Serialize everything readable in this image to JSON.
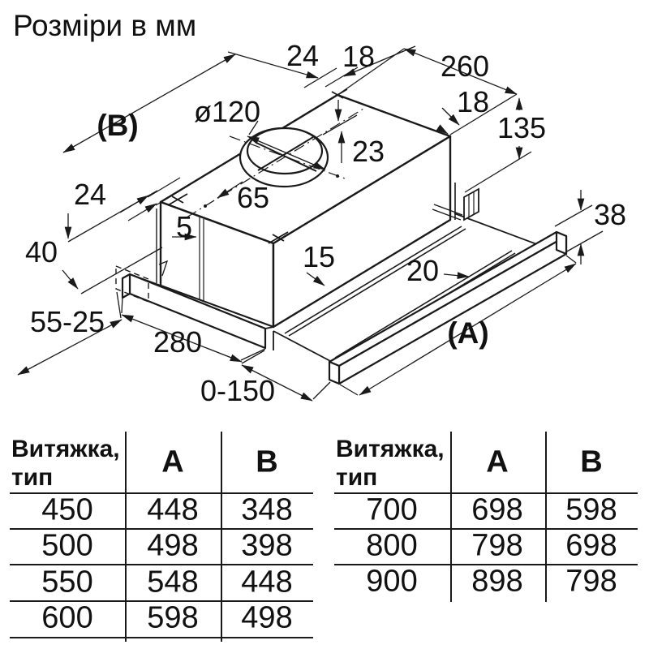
{
  "title": "Розміри в мм",
  "colors": {
    "ink": "#1a1a1a",
    "background": "#ffffff"
  },
  "drawing": {
    "labels": {
      "b_overall": "(B)",
      "a_overall": "(A)",
      "top_24": "24",
      "top_18": "18",
      "depth_260": "260",
      "duct_diameter": "ø120",
      "right_18": "18",
      "height_135": "135",
      "duct_offset_23": "23",
      "duct_offset_65": "65",
      "left_24": "24",
      "gap_5": "5",
      "visor_height_38": "38",
      "recess_height_40": "40",
      "lip_15": "15",
      "visor_20": "20",
      "recess_depth_55_25": "55-25",
      "body_depth_280": "280",
      "pullout_0_150": "0-150"
    }
  },
  "tables": [
    {
      "header": {
        "name_line1": "Витяжка,",
        "name_line2": "тип",
        "col_a": "A",
        "col_b": "B"
      },
      "rows": [
        [
          "450",
          "448",
          "348"
        ],
        [
          "500",
          "498",
          "398"
        ],
        [
          "550",
          "548",
          "448"
        ],
        [
          "600",
          "598",
          "498"
        ]
      ]
    },
    {
      "header": {
        "name_line1": "Витяжка,",
        "name_line2": "тип",
        "col_a": "A",
        "col_b": "B"
      },
      "rows": [
        [
          "700",
          "698",
          "598"
        ],
        [
          "800",
          "798",
          "698"
        ],
        [
          "900",
          "898",
          "798"
        ]
      ]
    }
  ]
}
